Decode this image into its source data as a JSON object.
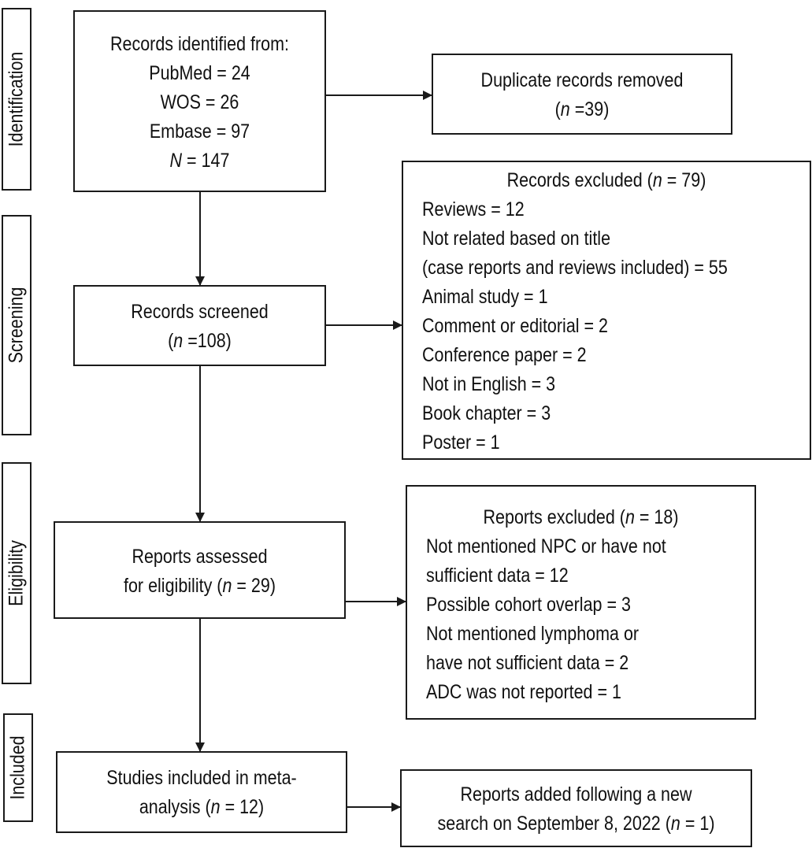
{
  "stages": {
    "identification": "Identification",
    "screening": "Screening",
    "eligibility": "Eligibility",
    "included": "Included"
  },
  "identified": {
    "title": "Records identified from:",
    "pubmed": "PubMed = 24",
    "wos": "WOS = 26",
    "embase": "Embase = 97",
    "total_label": "N",
    "total_value": " = 147"
  },
  "duplicates": {
    "line1": "Duplicate records removed",
    "n_open": "(",
    "n_label": "n",
    "n_value": " =39)"
  },
  "screened": {
    "line1": "Records screened",
    "n_open": "(",
    "n_label": "n",
    "n_value": " =108)"
  },
  "records_excluded": {
    "title_prefix": "Records excluded (",
    "n_label": "n",
    "title_suffix": " = 79)",
    "items": [
      "Reviews = 12",
      "Not related based on title",
      "(case reports and reviews included) = 55",
      "Animal study = 1",
      "Comment or editorial = 2",
      "Conference paper = 2",
      "Not in English = 3",
      "Book chapter = 3",
      "Poster = 1"
    ]
  },
  "assessed": {
    "line1": "Reports assessed",
    "line2_prefix": "for eligibility (",
    "n_label": "n",
    "line2_suffix": " = 29)"
  },
  "reports_excluded": {
    "title_prefix": "Reports excluded (",
    "n_label": "n",
    "title_suffix": " = 18)",
    "items": [
      "Not mentioned NPC or have not",
      "sufficient data = 12",
      "Possible cohort overlap = 3",
      "Not mentioned lymphoma or",
      "have not sufficient data = 2",
      "ADC was not reported = 1"
    ]
  },
  "included": {
    "line1": "Studies included in meta-",
    "line2_prefix": "analysis (",
    "n_label": "n",
    "line2_suffix": " = 12)"
  },
  "added": {
    "line1": "Reports added following a new",
    "line2_prefix": "search on September 8, 2022 (",
    "n_label": "n",
    "line2_suffix": " = 1)"
  }
}
